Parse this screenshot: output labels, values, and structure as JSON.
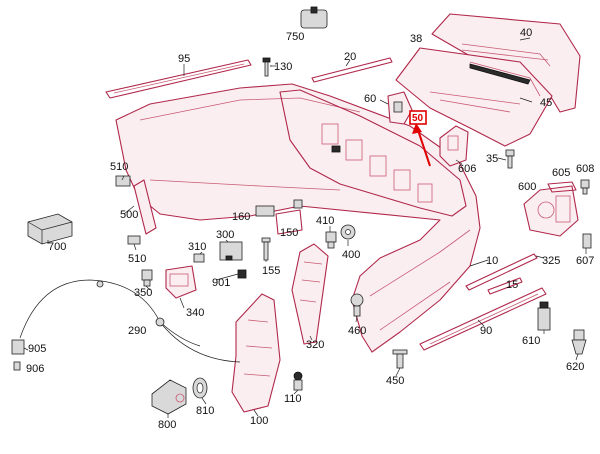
{
  "labels": {
    "p95": "95",
    "p750": "750",
    "p20": "20",
    "p38": "38",
    "p40": "40",
    "p130": "130",
    "p60": "60",
    "p50": "50",
    "p45": "45",
    "p35": "35",
    "p606": "606",
    "p605": "605",
    "p608": "608",
    "p600": "600",
    "p510a": "510",
    "p500": "500",
    "p700": "700",
    "p510b": "510",
    "p160": "160",
    "p150": "150",
    "p410": "410",
    "p400": "400",
    "p300": "300",
    "p310": "310",
    "p155": "155",
    "p901": "901",
    "p350": "350",
    "p340": "340",
    "p290": "290",
    "p905": "905",
    "p906": "906",
    "p10": "10",
    "p15": "15",
    "p325": "325",
    "p607": "607",
    "p460": "460",
    "p320": "320",
    "p90": "90",
    "p610": "610",
    "p620": "620",
    "p450": "450",
    "p110": "110",
    "p810": "810",
    "p800": "800",
    "p100": "100"
  },
  "highlight": {
    "label": "50",
    "color": "#e00000"
  },
  "colors": {
    "line": "#b0284a",
    "fill": "#fbeef1",
    "leader": "#222222"
  }
}
